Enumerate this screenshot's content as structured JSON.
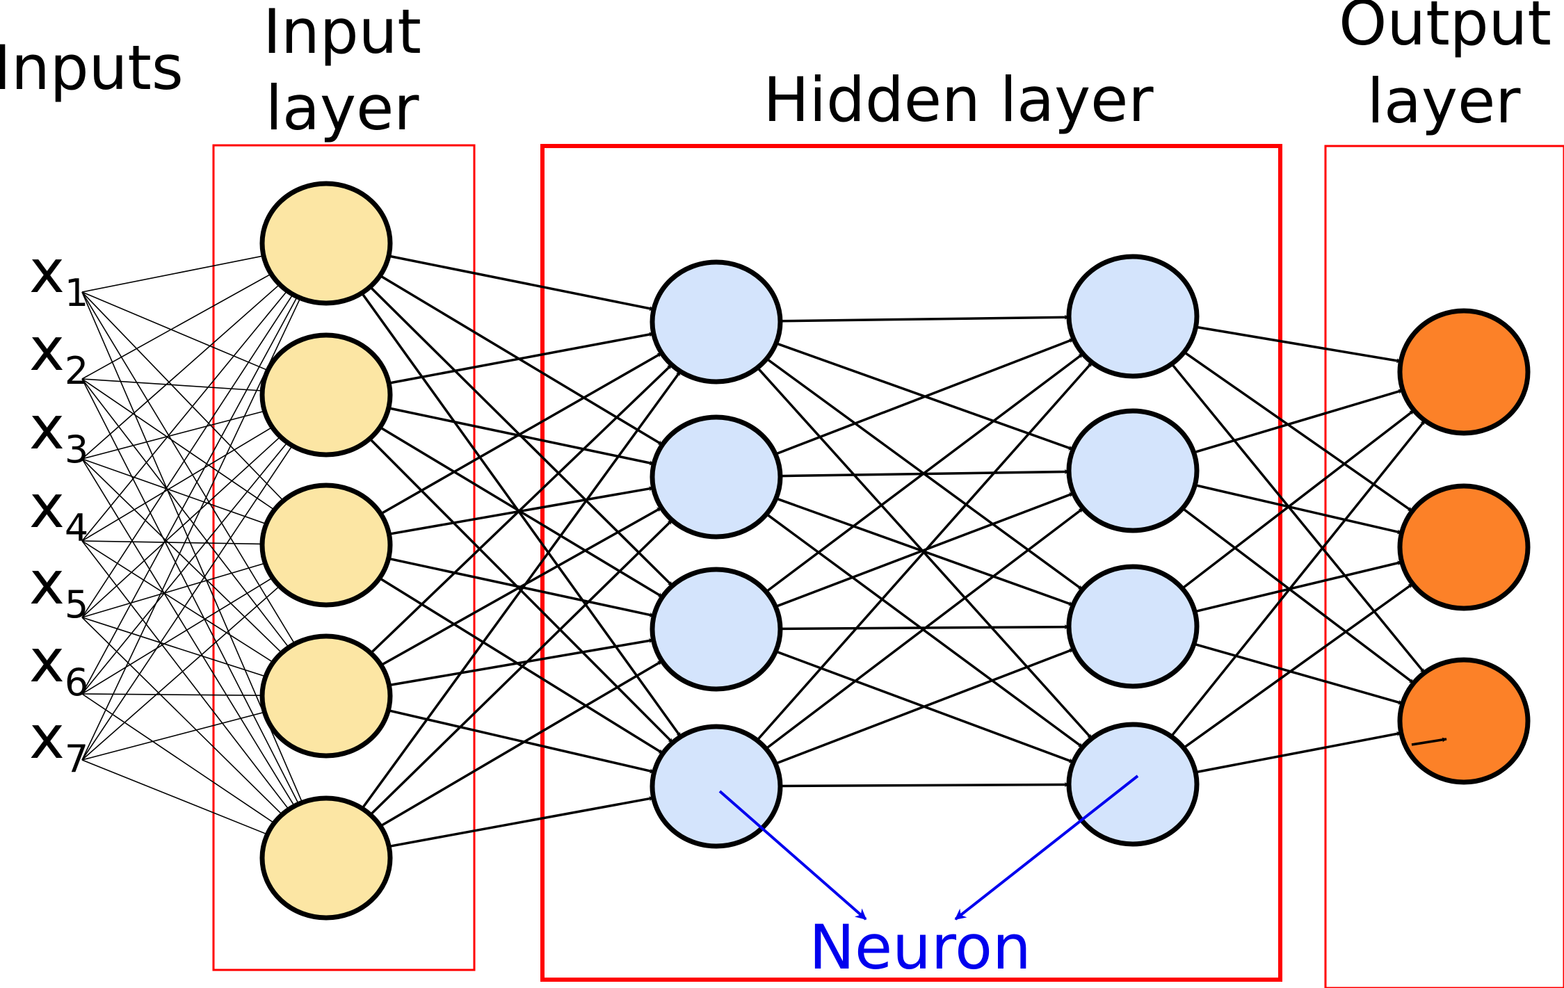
{
  "headings": {
    "inputs": "Inputs",
    "input_layer_line1": "Input",
    "input_layer_line2": "layer",
    "hidden_layer": "Hidden layer",
    "output_layer_line1": "Output",
    "output_layer_line2": "layer"
  },
  "inputs": [
    {
      "var": "x",
      "sub": "1"
    },
    {
      "var": "x",
      "sub": "2"
    },
    {
      "var": "x",
      "sub": "3"
    },
    {
      "var": "x",
      "sub": "4"
    },
    {
      "var": "x",
      "sub": "5"
    },
    {
      "var": "x",
      "sub": "6"
    },
    {
      "var": "x",
      "sub": "7"
    }
  ],
  "annotation": {
    "label": "Neuron"
  },
  "colors": {
    "input_node": "#fce6a4",
    "hidden_node": "#d4e4fc",
    "output_node": "#fc8128",
    "box": "#ff0000",
    "annotation": "#0000ee",
    "edge": "#000000"
  }
}
